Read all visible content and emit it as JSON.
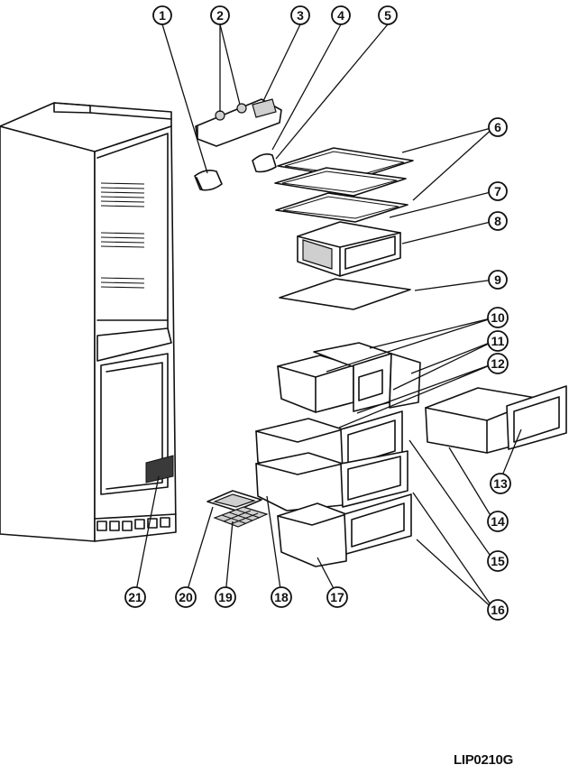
{
  "callouts": [
    {
      "id": "1",
      "label": "1"
    },
    {
      "id": "2",
      "label": "2"
    },
    {
      "id": "3",
      "label": "3"
    },
    {
      "id": "4",
      "label": "4"
    },
    {
      "id": "5",
      "label": "5"
    },
    {
      "id": "6",
      "label": "6"
    },
    {
      "id": "7",
      "label": "7"
    },
    {
      "id": "8",
      "label": "8"
    },
    {
      "id": "9",
      "label": "9"
    },
    {
      "id": "10",
      "label": "10"
    },
    {
      "id": "11",
      "label": "11"
    },
    {
      "id": "12",
      "label": "12"
    },
    {
      "id": "13",
      "label": "13"
    },
    {
      "id": "14",
      "label": "14"
    },
    {
      "id": "15",
      "label": "15"
    },
    {
      "id": "16",
      "label": "16"
    },
    {
      "id": "17",
      "label": "17"
    },
    {
      "id": "18",
      "label": "18"
    },
    {
      "id": "19",
      "label": "19"
    },
    {
      "id": "20",
      "label": "20"
    },
    {
      "id": "21",
      "label": "21"
    }
  ],
  "reference_code": "LIP0210G"
}
